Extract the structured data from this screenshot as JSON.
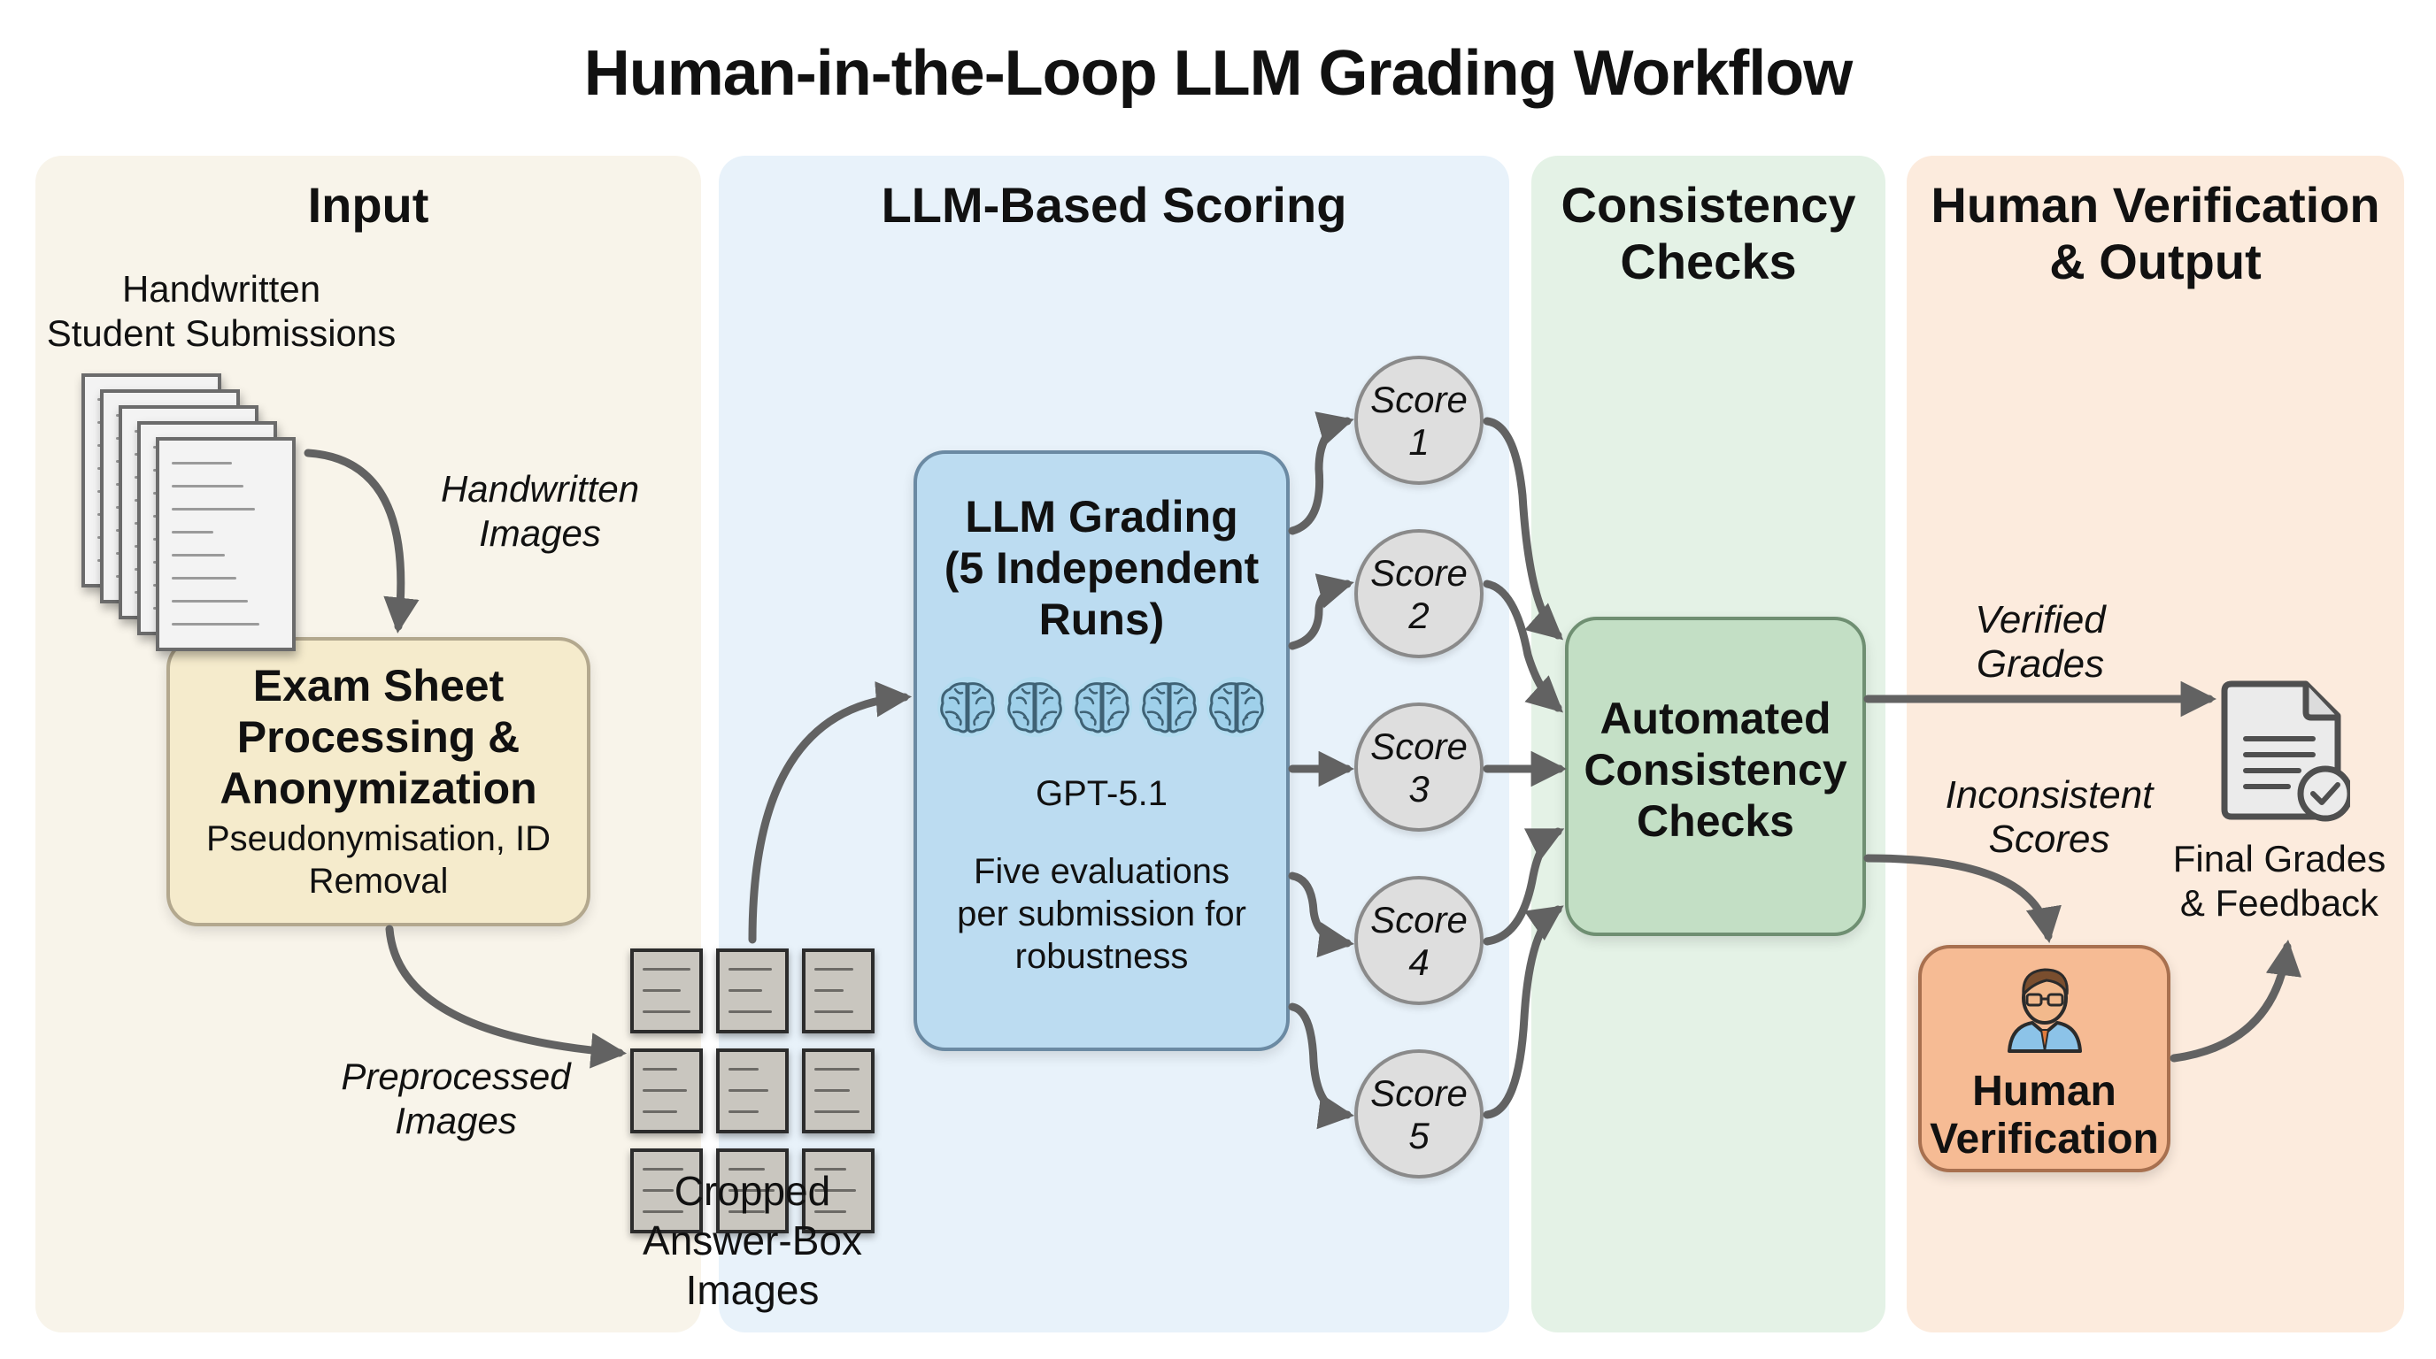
{
  "title": "Human-in-the-Loop LLM Grading Workflow",
  "panels": {
    "input": {
      "title": "Input",
      "color": "#f8f4ea"
    },
    "llm": {
      "title": "LLM-Based Scoring",
      "color": "#e8f2fa"
    },
    "consistency": {
      "title_line1": "Consistency",
      "title_line2": "Checks",
      "color": "#e4f2e6"
    },
    "human": {
      "title_line1": "Human Verification",
      "title_line2": "& Output",
      "color": "#fcebdd"
    }
  },
  "input": {
    "submissions_label_line1": "Handwritten",
    "submissions_label_line2": "Student Submissions",
    "handwritten_images_line1": "Handwritten",
    "handwritten_images_line2": "Images",
    "exam_box": {
      "title_line1": "Exam Sheet",
      "title_line2": "Processing &",
      "title_line3": "Anonymization",
      "subtitle_line1": "Pseudonymisation, ID",
      "subtitle_line2": "Removal"
    },
    "preprocessed_line1": "Preprocessed",
    "preprocessed_line2": "Images",
    "cropped_line1": "Cropped",
    "cropped_line2": "Answer-Box",
    "cropped_line3": "Images",
    "tile_count": 9,
    "paper_count": 5
  },
  "llm": {
    "title_line1": "LLM Grading",
    "title_line2": "(5 Independent",
    "title_line3": "Runs)",
    "brain_icon_count": 5,
    "model": "GPT-5.1",
    "desc_line1": "Five evaluations",
    "desc_line2": "per submission for",
    "desc_line3": "robustness"
  },
  "scores": [
    {
      "label": "Score",
      "num": "1"
    },
    {
      "label": "Score",
      "num": "2"
    },
    {
      "label": "Score",
      "num": "3"
    },
    {
      "label": "Score",
      "num": "4"
    },
    {
      "label": "Score",
      "num": "5"
    }
  ],
  "consistency": {
    "title_line1": "Automated",
    "title_line2": "Consistency",
    "title_line3": "Checks"
  },
  "output": {
    "verified_line1": "Verified",
    "verified_line2": "Grades",
    "inconsistent_line1": "Inconsistent",
    "inconsistent_line2": "Scores",
    "final_line1": "Final Grades",
    "final_line2": "& Feedback",
    "human_line1": "Human",
    "human_line2": "Verification"
  },
  "colors": {
    "arrow": "#626262",
    "exam_box": "#f5ebcc",
    "llm_box": "#bcdcf1",
    "cons_box": "#c3dfc5",
    "human_box": "#f6bb94",
    "score_fill": "#dedede"
  }
}
